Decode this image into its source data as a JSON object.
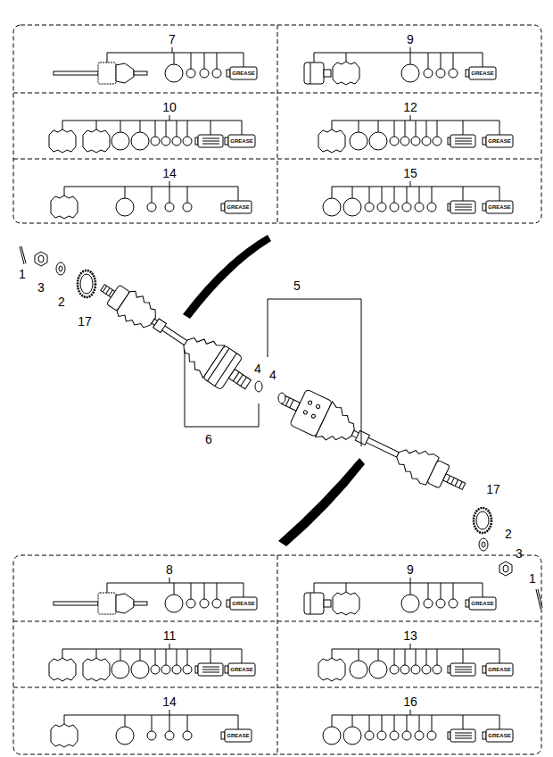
{
  "diagram": {
    "nodes": [
      {
        "text": [
          "7"
        ]
      },
      {
        "text": [
          "9"
        ]
      },
      {
        "text": [
          "10"
        ]
      },
      {
        "text": [
          "12"
        ]
      },
      {
        "text": [
          "14"
        ]
      },
      {
        "text": [
          "15"
        ]
      },
      {
        "text": [
          "8"
        ]
      },
      {
        "text": [
          "9"
        ]
      },
      {
        "text": [
          "11"
        ]
      },
      {
        "text": [
          "13"
        ]
      },
      {
        "text": [
          "14"
        ]
      },
      {
        "text": [
          "16"
        ]
      }
    ],
    "labels": [
      "1",
      "3",
      "2",
      "17",
      "4",
      "6",
      "5",
      "4",
      "17",
      "2",
      "3",
      "1",
      "GREASE",
      "GREASE",
      "GREASE",
      "GREASE",
      "GREASE",
      "GREASE",
      "GREASE",
      "GREASE",
      "GREASE",
      "GREASE",
      "GREASE",
      "GREASE"
    ]
  }
}
